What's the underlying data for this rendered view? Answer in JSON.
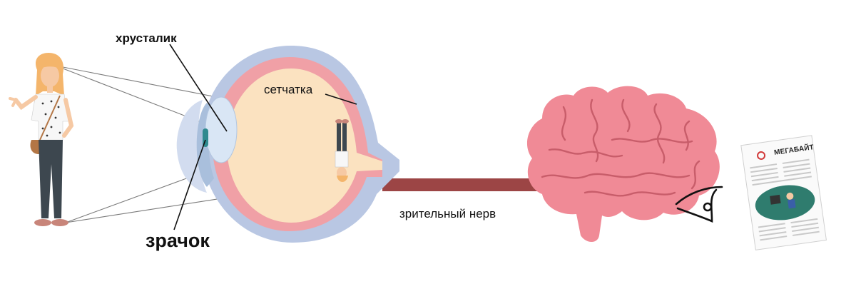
{
  "labels": {
    "lens": "хрусталик",
    "retina": "сетчатка",
    "pupil": "зрачок",
    "optic_nerve": "зрительный нерв"
  },
  "magazine": {
    "logo_text": "МЕГАБАЙТ"
  },
  "colors": {
    "sclera": "#b9c7e3",
    "eye_inner": "#fbe2c0",
    "retina": "#f0a0a6",
    "iris": "#c8d8ee",
    "pupil": "#2e8a8f",
    "nerve": "#9c4545",
    "brain": "#f08a96",
    "hair": "#f4b56b",
    "skin": "#f6c9a4",
    "pants": "#3d474f",
    "ray_line": "#7a7a7a"
  },
  "icons": [
    "woman-figure",
    "eye-cross-section",
    "brain-icon",
    "eye-sketch-icon",
    "magazine-icon"
  ]
}
